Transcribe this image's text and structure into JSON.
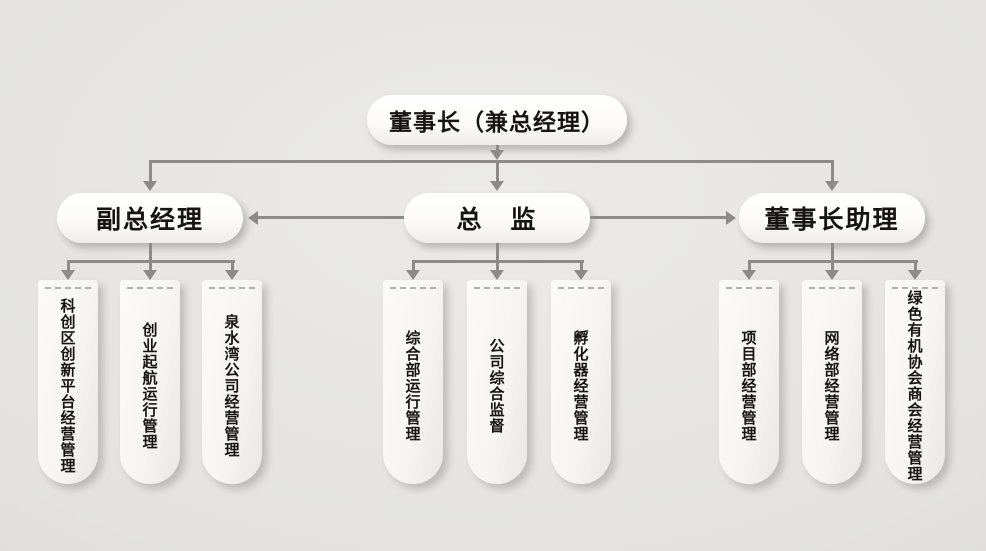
{
  "colors": {
    "background": "#e3e2e0",
    "node_fill": "#ffffff",
    "connector": "#8d8b88",
    "text": "#171513"
  },
  "org_chart": {
    "root": {
      "label": "董事长（兼总经理）"
    },
    "level2": [
      {
        "id": "deputy-general-manager",
        "label": "副总经理"
      },
      {
        "id": "director",
        "label": "总　监"
      },
      {
        "id": "chairman-assistant",
        "label": "董事长助理"
      }
    ],
    "level3_groups": [
      {
        "parent": "副总经理",
        "items": [
          "科创区创新平台经营管理",
          "创业起航运行管理",
          "泉水湾公司经营管理"
        ]
      },
      {
        "parent": "总监",
        "items": [
          "综合部运行管理",
          "公司综合监督",
          "孵化器经营管理"
        ]
      },
      {
        "parent": "董事长助理",
        "items": [
          "项目部经营管理",
          "网络部经营管理",
          "绿色有机协会商会经营管理"
        ]
      }
    ]
  }
}
